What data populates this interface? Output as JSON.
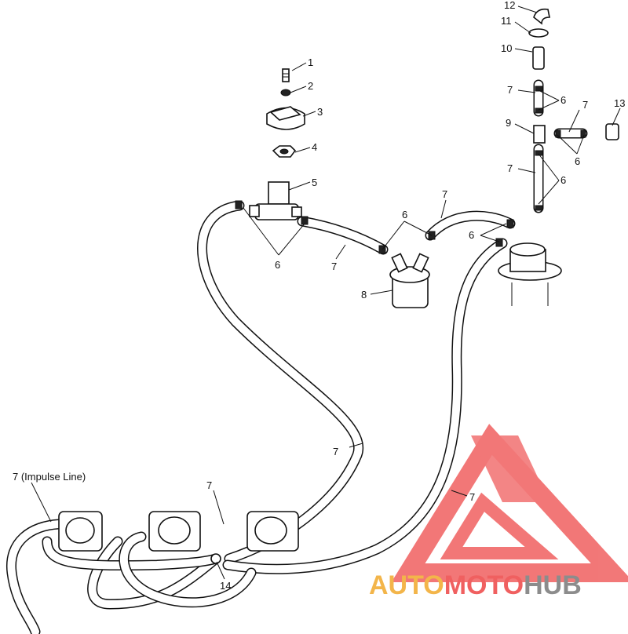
{
  "callouts": {
    "c1": "1",
    "c2": "2",
    "c3": "3",
    "c4": "4",
    "c5": "5",
    "c6a": "6",
    "c6b": "6",
    "c6c": "6",
    "c6d": "6",
    "c6e": "6",
    "c6f": "6",
    "c7a": "7",
    "c7b": "7",
    "c7c": "7",
    "c7d": "7",
    "c7e": "7",
    "c7f": "7",
    "c7g": "7",
    "c7h": "7",
    "c7_impulse": "7 (Impulse Line)",
    "c8": "8",
    "c9": "9",
    "c10": "10",
    "c11": "11",
    "c12": "12",
    "c13": "13",
    "c14": "14"
  },
  "watermark": {
    "text_auto": "AUTO",
    "text_moto": "MOTO",
    "text_hub": "HUB",
    "color_red": "#f06060",
    "color_orange": "#f3b54a",
    "color_grey": "#8c8c8c"
  }
}
